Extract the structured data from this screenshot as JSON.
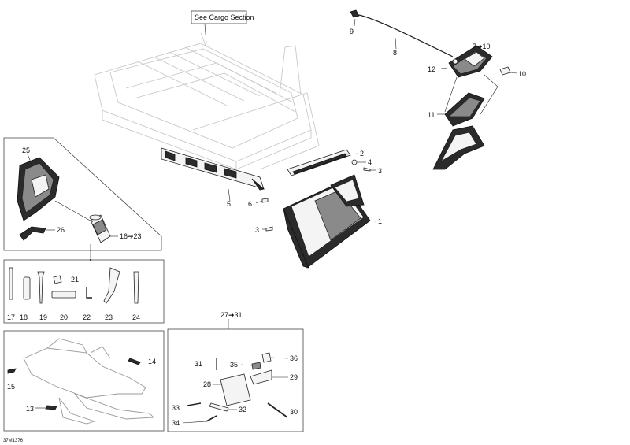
{
  "reference_note": "See Cargo Section",
  "drawing_code": "37M1376",
  "callouts": {
    "c1": "1",
    "c2": "2",
    "c3a": "3",
    "c3b": "3",
    "c4": "4",
    "c5": "5",
    "c6": "6",
    "c7to10": "7➔10",
    "c8": "8",
    "c9": "9",
    "c10": "10",
    "c11": "11",
    "c12": "12",
    "c13": "13",
    "c14": "14",
    "c15": "15",
    "c16to23": "16➔23",
    "c17": "17",
    "c18": "18",
    "c19": "19",
    "c20": "20",
    "c21": "21",
    "c22": "22",
    "c23": "23",
    "c24": "24",
    "c25": "25",
    "c26": "26",
    "c27to31": "27➔31",
    "c28": "28",
    "c29": "29",
    "c30": "30",
    "c31": "31",
    "c32": "32",
    "c33": "33",
    "c34": "34",
    "c35": "35",
    "c36": "36"
  }
}
